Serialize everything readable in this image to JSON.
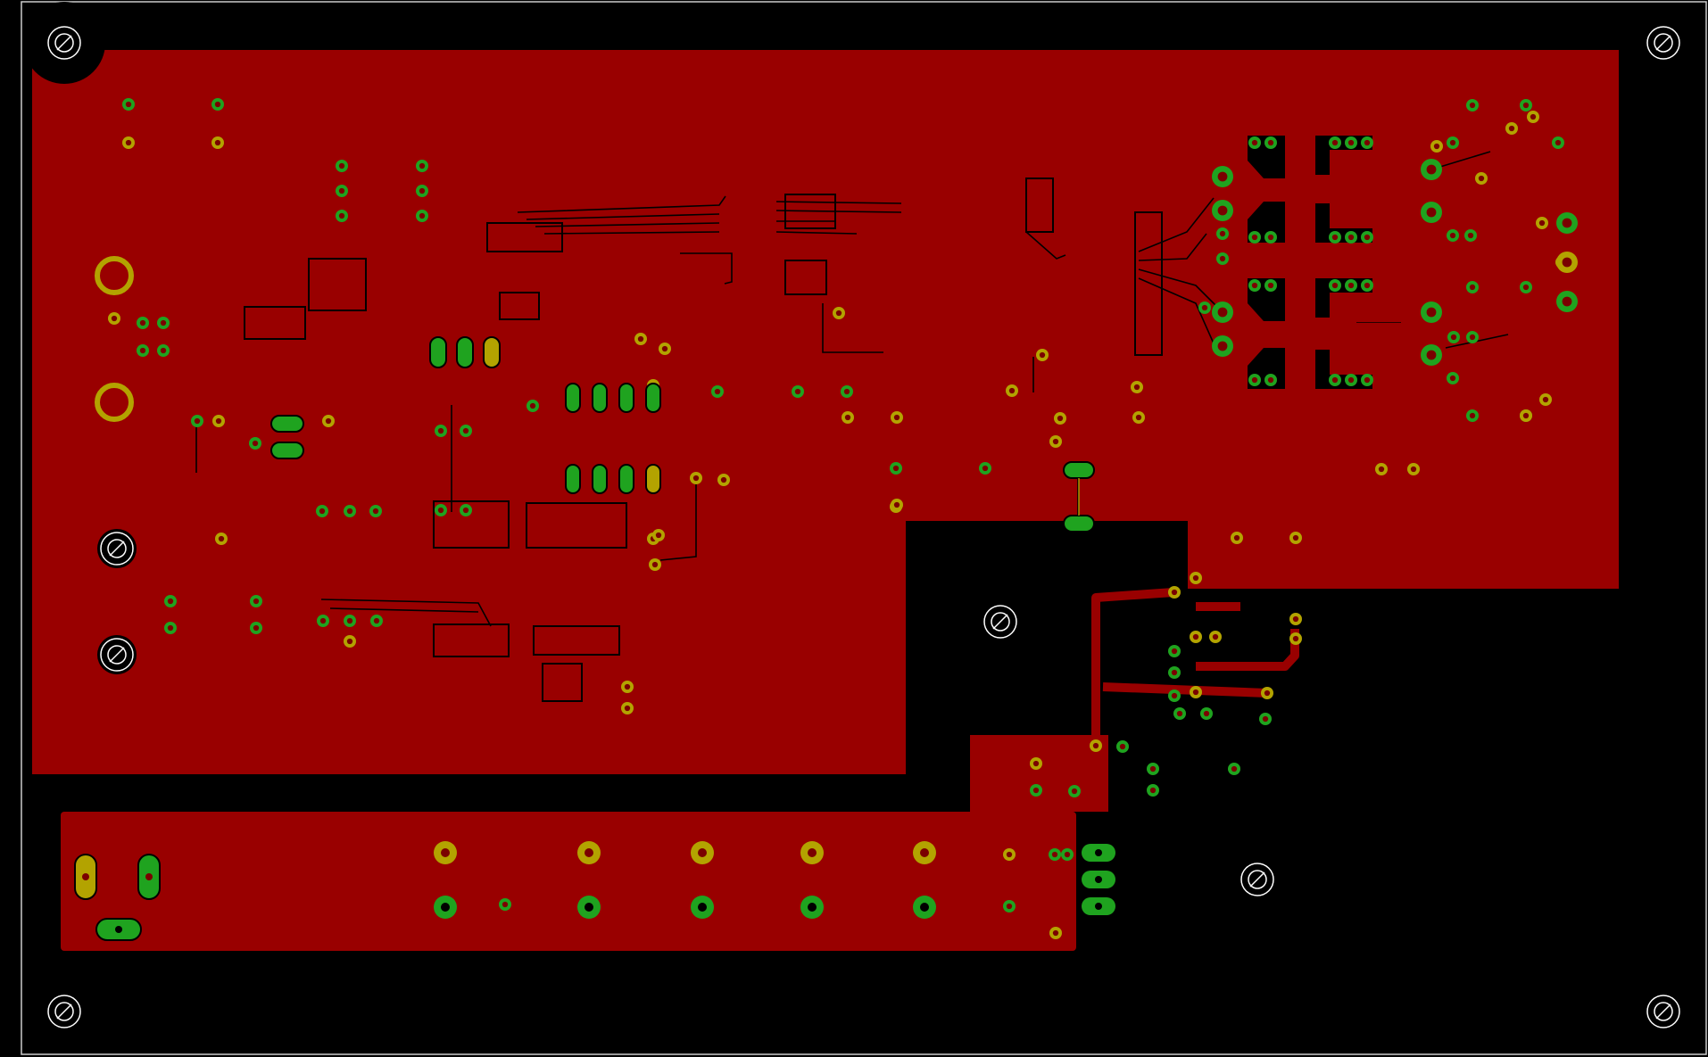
{
  "view": {
    "type": "pcb-layout-view",
    "layer": "top copper",
    "board_outline_visible": true
  },
  "colors": {
    "background": "#000000",
    "copper_pour": "#990000",
    "trace": "#990000",
    "via_pad": "#1fa31f",
    "through_hole_pad": "#b3a300",
    "drill": "#990000",
    "outline": "#ffffff",
    "clearance": "#000000"
  },
  "regions": [
    "main-ground-pour",
    "bottom-connector-strip",
    "middle-island",
    "right-switching-stage"
  ],
  "mounting_holes": [
    "top-left-mounting-hole",
    "top-right-mounting-hole",
    "center-mounting-hole",
    "lower-center-mounting-hole",
    "bottom-left-mounting-hole",
    "bottom-right-mounting-hole",
    "left-mounting-hole-upper",
    "left-mounting-hole-lower"
  ],
  "icons": {
    "mounting_hole": "crosshair-circle-icon",
    "via": "via-ring-icon",
    "pad": "pad-ring-icon"
  }
}
